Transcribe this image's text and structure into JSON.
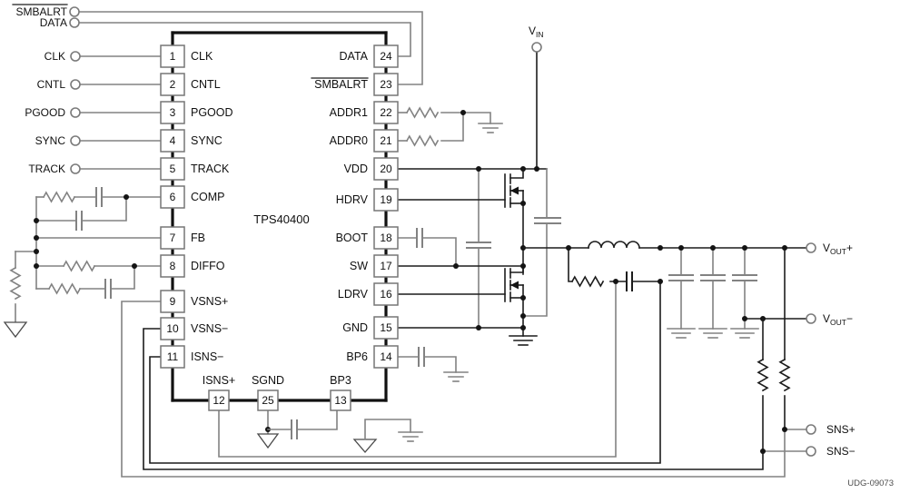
{
  "diagram": {
    "title": "TPS40400",
    "note": "UDG-09073",
    "type": "application-schematic"
  },
  "left_terminals": {
    "smbalrt": "SMBALRT",
    "data": "DATA",
    "clk": "CLK",
    "cntl": "CNTL",
    "pgood": "PGOOD",
    "sync": "SYNC",
    "track": "TRACK"
  },
  "ic": {
    "name": "TPS40400",
    "left_pins": [
      {
        "num": "1",
        "label": "CLK"
      },
      {
        "num": "2",
        "label": "CNTL"
      },
      {
        "num": "3",
        "label": "PGOOD"
      },
      {
        "num": "4",
        "label": "SYNC"
      },
      {
        "num": "5",
        "label": "TRACK"
      },
      {
        "num": "6",
        "label": "COMP"
      },
      {
        "num": "7",
        "label": "FB"
      },
      {
        "num": "8",
        "label": "DIFFO"
      },
      {
        "num": "9",
        "label": "VSNS+"
      },
      {
        "num": "10",
        "label": "VSNS−"
      },
      {
        "num": "11",
        "label": "ISNS−"
      }
    ],
    "right_pins": [
      {
        "num": "24",
        "label": "DATA"
      },
      {
        "num": "23",
        "label": "SMBALRT"
      },
      {
        "num": "22",
        "label": "ADDR1"
      },
      {
        "num": "21",
        "label": "ADDR0"
      },
      {
        "num": "20",
        "label": "VDD"
      },
      {
        "num": "19",
        "label": "HDRV"
      },
      {
        "num": "18",
        "label": "BOOT"
      },
      {
        "num": "17",
        "label": "SW"
      },
      {
        "num": "16",
        "label": "LDRV"
      },
      {
        "num": "15",
        "label": "GND"
      },
      {
        "num": "14",
        "label": "BP6"
      }
    ],
    "bottom_pins": [
      {
        "num": "12",
        "label": "ISNS+"
      },
      {
        "num": "25",
        "label": "SGND"
      },
      {
        "num": "13",
        "label": "BP3"
      }
    ]
  },
  "right_terminals": {
    "vin": {
      "main": "V",
      "sub": "IN"
    },
    "vout_plus": {
      "main": "V",
      "sub": "OUT",
      "suffix": "+"
    },
    "vout_minus": {
      "main": "V",
      "sub": "OUT",
      "suffix": "−"
    },
    "sns_plus": "SNS+",
    "sns_minus": "SNS−"
  },
  "colors": {
    "wire_gray": "#828282",
    "wire_black": "#1c1c1c",
    "background": "#ffffff"
  }
}
